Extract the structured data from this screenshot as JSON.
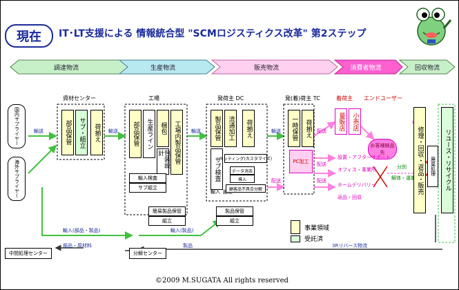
{
  "header": {
    "badge": "現在",
    "title": "IT･LT支援による 情報統合型 \"SCMロジスティクス改革\" 第2ステップ"
  },
  "phases": {
    "procurement": "調達物流",
    "production": "生産物流",
    "sales": "販売物流",
    "consumer": "消費者物流",
    "recovery": "回収物流"
  },
  "suppliers": {
    "domestic": "国内サプライヤー",
    "overseas": "海外サプライヤー"
  },
  "columns": {
    "materials_center": "資材センター",
    "factory": "工場",
    "dc": "発荷主 DC",
    "tc": "発(着)荷主 TC",
    "consignee": "着荷主",
    "end_user": "エンドユーザー"
  },
  "materials_center": {
    "parts_storage": "部品保管",
    "sub_assembly": "サブ・組立",
    "kitting": "荷揃え"
  },
  "factory": {
    "parts_storage": "部品保管",
    "production_line": "生産ライン",
    "packaging": "梱包",
    "in_plant_storage": "工場内製品保管",
    "packaging_design": "包装設計",
    "import_inspection": "輸入検査",
    "sub_assembly": "サブ組立"
  },
  "dc": {
    "product_storage": "製品保管",
    "distribution_processing": "流通加工",
    "kitting": "荷揃え",
    "sub_inspection": "サブ検査",
    "import": "輸入",
    "assembly": "組立",
    "kitting_customize": "キッティング(カスタマイズ)",
    "data_erase": "データ消去",
    "install": "導入",
    "customer_defect": "顧客品不具合分解"
  },
  "tc": {
    "temp_storage": "一時保管",
    "kitting": "荷揃え",
    "pc_processing": "PC加工"
  },
  "consignee": {
    "store": "量販店",
    "small_store": "小売店"
  },
  "end_user": {
    "customer_home": "お客様納品先",
    "installation": "設置・アフターサポート",
    "office": "オフィス・事業所",
    "home_delivery": "ホームデリバリー",
    "return": "返品・回収"
  },
  "recovery": {
    "sort": "分別",
    "collection": "解体・運搬",
    "repair": "修理・回収・返品・販売",
    "reuse": "リユース・リサイクル",
    "waste": "廃棄処理"
  },
  "flows": {
    "transport": "輸送",
    "delivery": "配送",
    "import_parts": "輸入(部品・製品)",
    "import_goods": "輸入(製品)",
    "parts_raw": "部品・原材料",
    "product": "製品",
    "reverse": "3Rリバース物流"
  },
  "centers": {
    "intermediate": "中間処理センター",
    "disassembly": "分解センター"
  },
  "subboxes": {
    "simple_storage1": "簡易製品保管",
    "simple_storage2": "製品保管",
    "assembly": "組立"
  },
  "legend": {
    "business_area": "事業領域",
    "outsourced": "受託済"
  },
  "footer": {
    "copyright": "©2009 M.SUGATA All rights reserved"
  },
  "colors": {
    "title_blue": "#1a2a9a",
    "procurement": "#c8f0c8",
    "production": "#b8e8f0",
    "sales": "#ffd0f0",
    "consumer": "#ff60d0",
    "recovery": "#c8f0c8",
    "flow_green": "#40c040",
    "flow_pink": "#ff80e0"
  }
}
